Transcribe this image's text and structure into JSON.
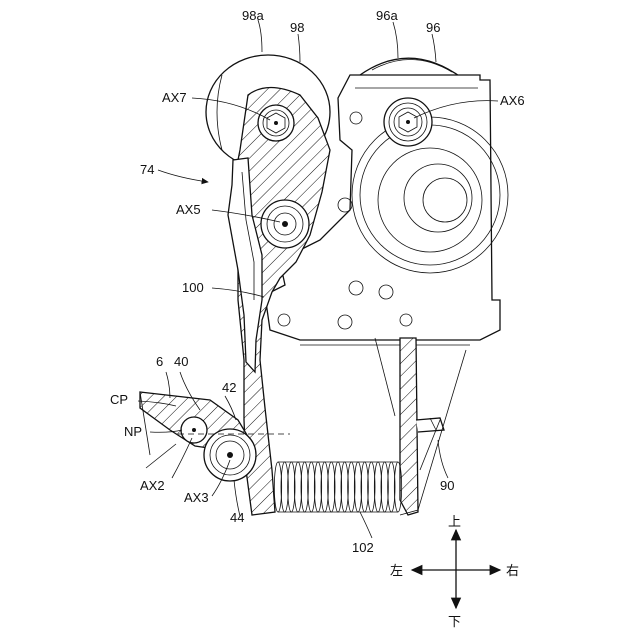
{
  "labels": {
    "l98a": "98a",
    "l98": "98",
    "l96a": "96a",
    "l96": "96",
    "lAX7": "AX7",
    "lAX6": "AX6",
    "l74": "74",
    "lAX5": "AX5",
    "l100": "100",
    "l6": "6",
    "l40": "40",
    "l42": "42",
    "lCP": "CP",
    "lNP": "NP",
    "lAX2": "AX2",
    "lAX3": "AX3",
    "l44": "44",
    "l90": "90",
    "l102": "102"
  },
  "directions": {
    "up": "上",
    "down": "下",
    "left": "左",
    "right": "右"
  }
}
